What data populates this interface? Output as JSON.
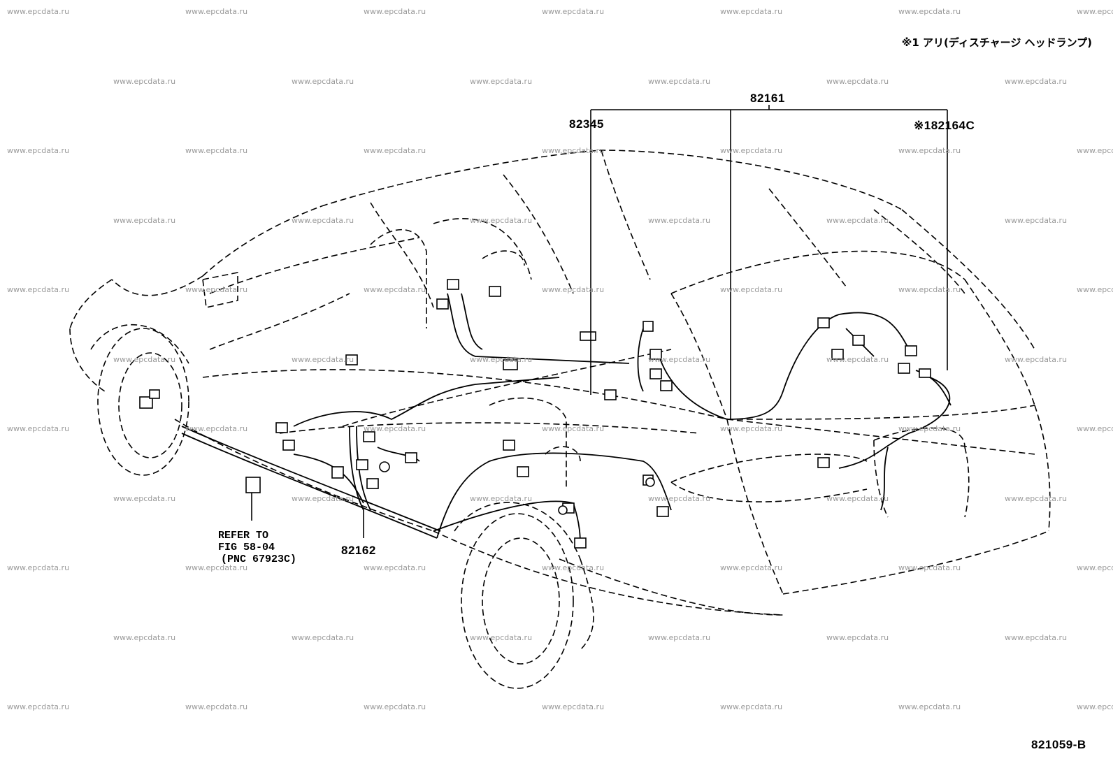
{
  "note": "※1 アリ(ディスチャージ ヘッドランプ)",
  "callouts": {
    "main": "82161",
    "left": "82345",
    "right": "※182164C",
    "bottom": "82162"
  },
  "reference": {
    "line1": "REFER TO",
    "line2": "FIG 58-04",
    "line3": "(PNC 67923C)"
  },
  "figure_id": "821059-B",
  "watermark": "www.epcdata.ru"
}
